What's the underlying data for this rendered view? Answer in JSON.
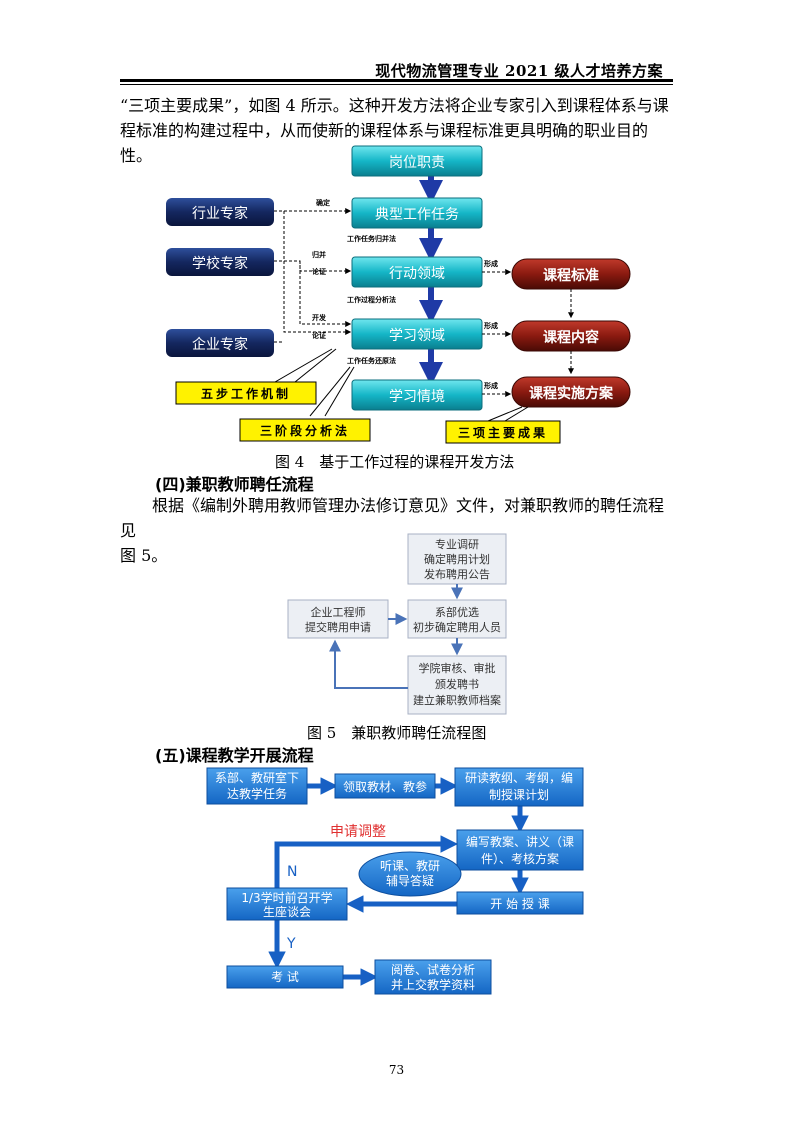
{
  "header": {
    "title": "现代物流管理专业 2021 级人才培养方案"
  },
  "intro_paragraph": {
    "line1": "“三项主要成果”，如图 4 所示。这种开发方法将企业专家引入到课程体系与课",
    "line2": "程标准的构建过程中，从而使新的课程体系与课程标准更具明确的职业目的性。"
  },
  "figure4": {
    "chain": [
      "岗位职责",
      "典型工作任务",
      "行动领域",
      "学习领域",
      "学习情境"
    ],
    "methods": [
      "工作任务归并法",
      "工作过程分析法",
      "工作任务还原法"
    ],
    "experts": [
      "行业专家",
      "学校专家",
      "企业专家"
    ],
    "expert_actions": [
      "确定",
      "归并",
      "论证",
      "开发",
      "论证"
    ],
    "outputs": [
      "课程标准",
      "课程内容",
      "课程实施方案"
    ],
    "form_label": "形成",
    "callouts": [
      "五步工作机制",
      "三阶段分析法",
      "三项主要成果"
    ],
    "caption": "图 4　基于工作过程的课程开发方法"
  },
  "section4": {
    "heading": "(四)兼职教师聘任流程",
    "para_line1": "根据《编制外聘用教师管理办法修订意见》文件，对兼职教师的聘任流程见",
    "para_line2": "图 5。"
  },
  "figure5": {
    "box_top": [
      "专业调研",
      "确定聘用计划",
      "发布聘用公告"
    ],
    "box_left": [
      "企业工程师",
      "提交聘用申请"
    ],
    "box_mid": [
      "系部优选",
      "初步确定聘用人员"
    ],
    "box_bottom": [
      "学院审核、审批",
      "颁发聘书",
      "建立兼职教师档案"
    ],
    "caption": "图 5　兼职教师聘任流程图"
  },
  "section5": {
    "heading": "(五)课程教学开展流程"
  },
  "figure6": {
    "box1": [
      "系部、教研室下",
      "达教学任务"
    ],
    "box2": [
      "领取教材、教参"
    ],
    "box3": [
      "研读教纲、考纲，编",
      "制授课计划"
    ],
    "box4": [
      "编写教案、讲义（课",
      "件）、考核方案"
    ],
    "box5": [
      "开  始  授  课"
    ],
    "box6": [
      "1/3学时前召开学",
      "生座谈会"
    ],
    "box7": [
      "考    试"
    ],
    "box8": [
      "阅卷、试卷分析",
      "并上交教学资料"
    ],
    "ellipse": [
      "听课、教研",
      "辅导答疑"
    ],
    "adjust_label": "申请调整",
    "n_label": "N",
    "y_label": "Y"
  },
  "footer": {
    "page_number": "73"
  }
}
